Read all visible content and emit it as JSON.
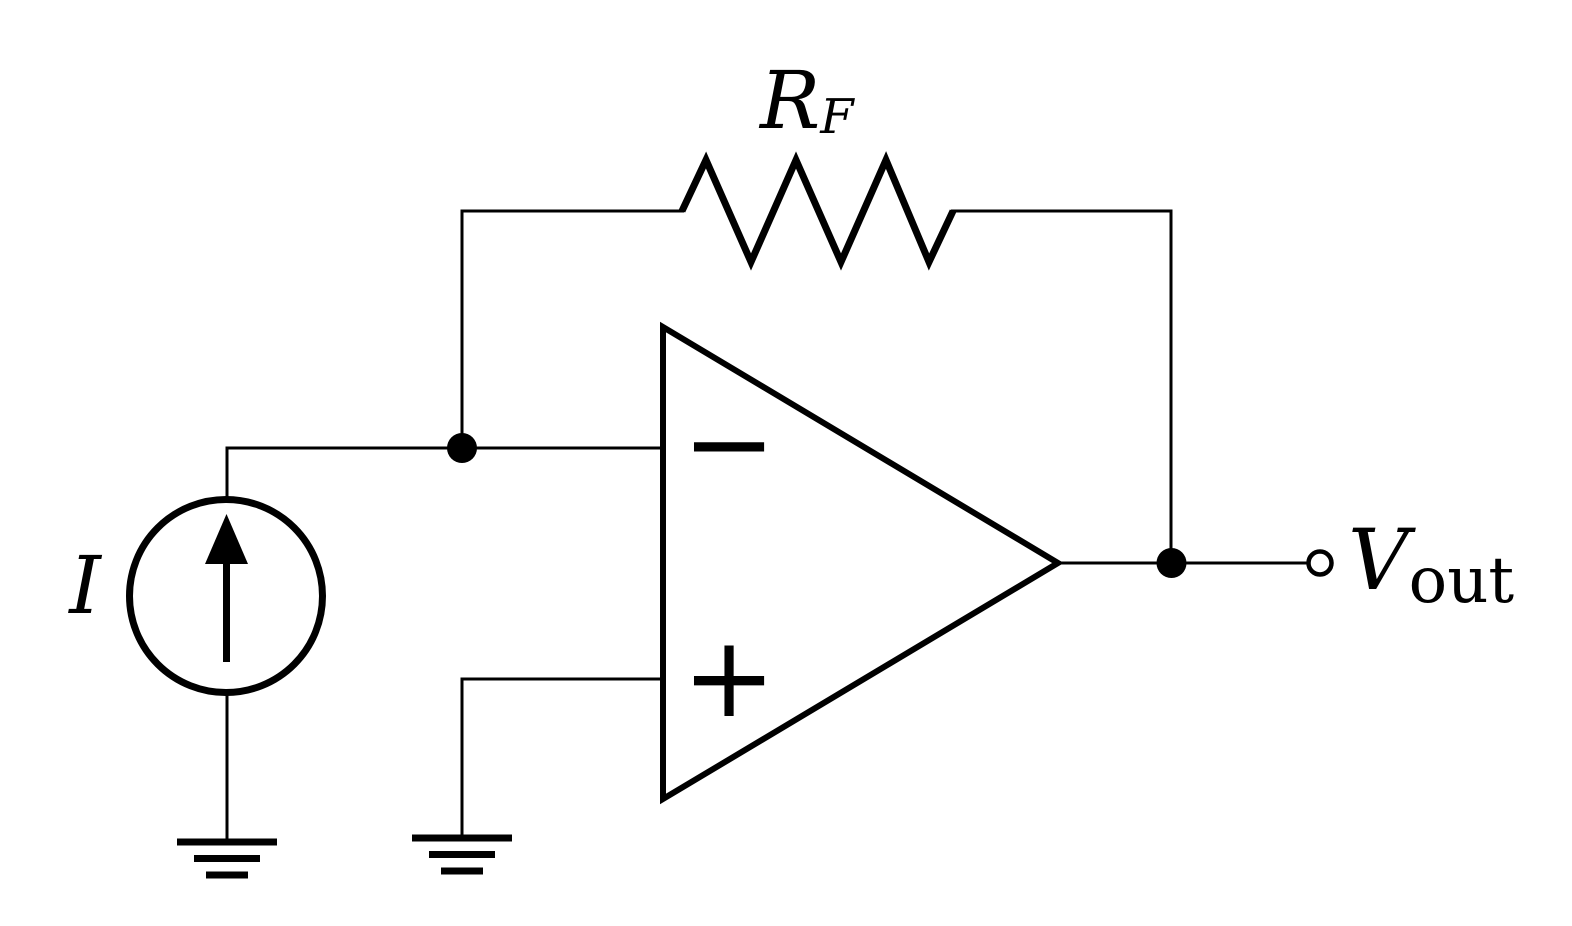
{
  "colors": {
    "ink": "#000000",
    "background": "#ffffff"
  },
  "components": {
    "current_source": {
      "label": "I"
    },
    "feedback_resistor": {
      "label_base": "R",
      "label_sub": "F"
    },
    "opamp": {
      "inverting_label": "−",
      "noninverting_label": "+"
    },
    "output": {
      "label_base": "V",
      "label_sub": "out"
    }
  }
}
